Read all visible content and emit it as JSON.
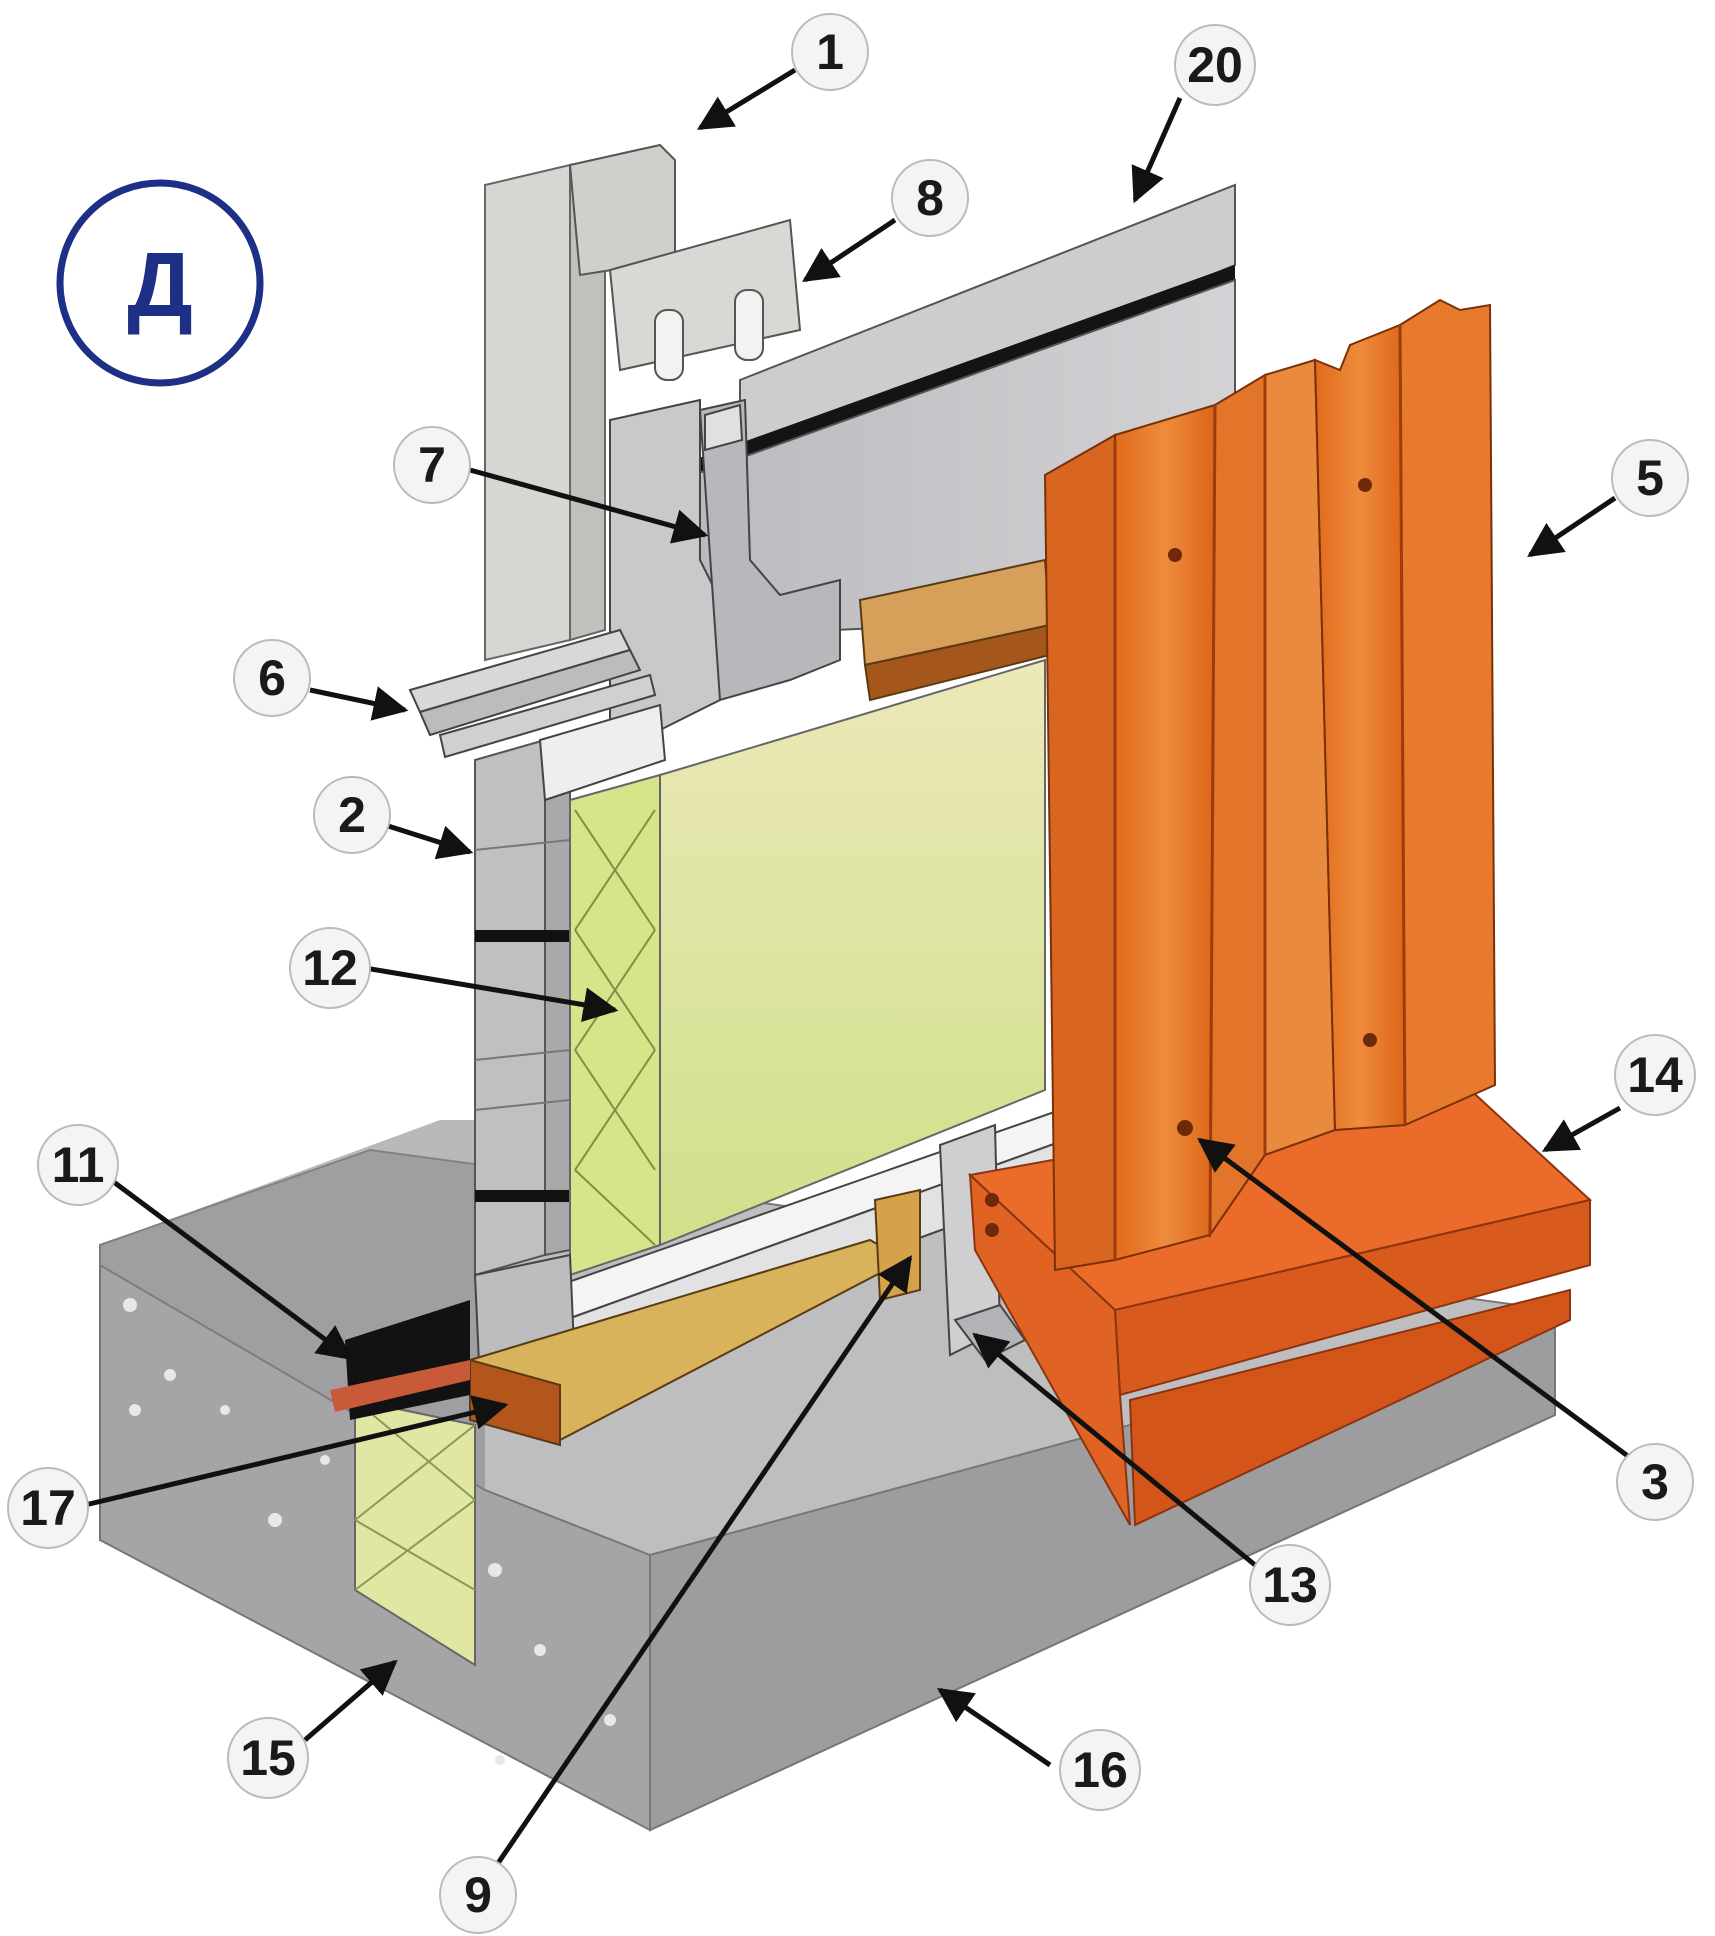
{
  "diagram": {
    "badge_letter": "Д",
    "callouts": [
      {
        "id": "c1",
        "label": "1"
      },
      {
        "id": "c20",
        "label": "20"
      },
      {
        "id": "c8",
        "label": "8"
      },
      {
        "id": "c7",
        "label": "7"
      },
      {
        "id": "c5",
        "label": "5"
      },
      {
        "id": "c6",
        "label": "6"
      },
      {
        "id": "c2",
        "label": "2"
      },
      {
        "id": "c12",
        "label": "12"
      },
      {
        "id": "c14",
        "label": "14"
      },
      {
        "id": "c11",
        "label": "11"
      },
      {
        "id": "c3",
        "label": "3"
      },
      {
        "id": "c17",
        "label": "17"
      },
      {
        "id": "c13",
        "label": "13"
      },
      {
        "id": "c15",
        "label": "15"
      },
      {
        "id": "c16",
        "label": "16"
      },
      {
        "id": "c9",
        "label": "9"
      }
    ],
    "colors": {
      "concrete": "#a9a9ab",
      "steel": "#c4c4c8",
      "insulation": "#e2e49a",
      "profile_sheet": "#e0701f",
      "timber": "#b8651c",
      "badge": "#1e2f86"
    }
  }
}
